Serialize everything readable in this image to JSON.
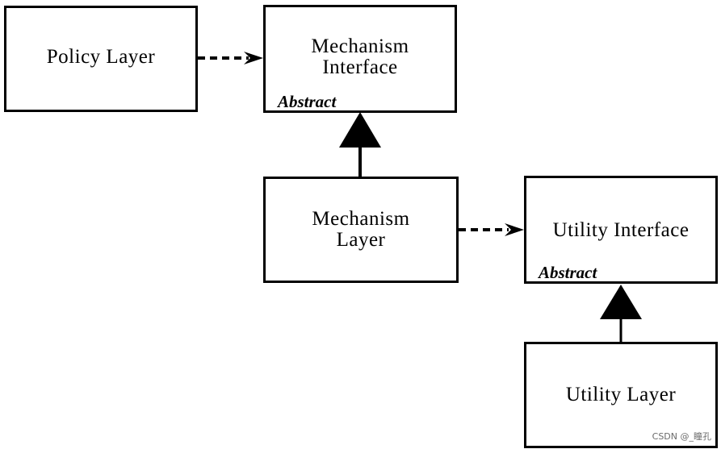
{
  "nodes": {
    "policy_layer": {
      "label": "Policy Layer"
    },
    "mechanism_interface": {
      "label_line1": "Mechanism",
      "label_line2": "Interface",
      "stereotype": "Abstract"
    },
    "mechanism_layer": {
      "label_line1": "Mechanism",
      "label_line2": "Layer"
    },
    "utility_interface": {
      "label": "Utility Interface",
      "stereotype": "Abstract"
    },
    "utility_layer": {
      "label": "Utility Layer"
    }
  },
  "edges": [
    {
      "from": "Policy Layer",
      "to": "Mechanism Interface",
      "style": "dashed",
      "head": "open-arrow"
    },
    {
      "from": "Mechanism Layer",
      "to": "Mechanism Interface",
      "style": "solid",
      "head": "filled-triangle"
    },
    {
      "from": "Mechanism Layer",
      "to": "Utility Interface",
      "style": "dashed",
      "head": "open-arrow"
    },
    {
      "from": "Utility Layer",
      "to": "Utility Interface",
      "style": "solid",
      "head": "filled-triangle"
    }
  ],
  "watermark": "CSDN @_瞳孔"
}
